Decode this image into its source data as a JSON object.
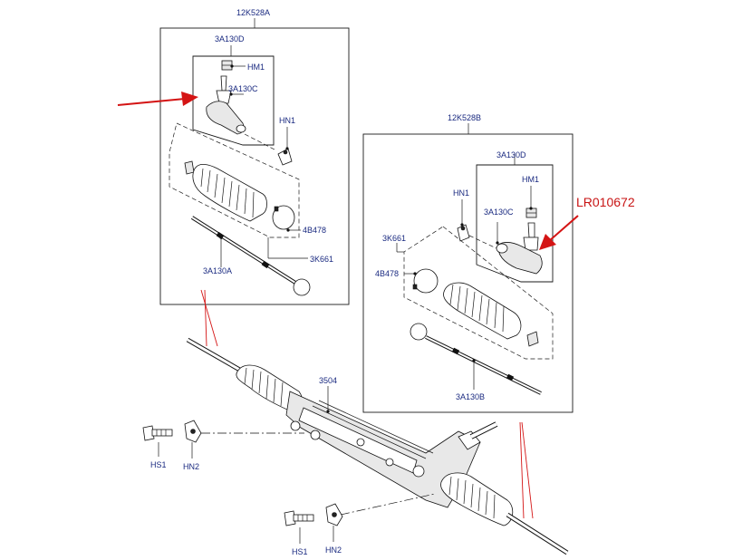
{
  "labels": {
    "assy_left": "12K528A",
    "tierod_left": "3A130D",
    "nut_left": "HM1",
    "end_left": "3A130C",
    "bolt_left": "HN1",
    "clamp_left": "4B478",
    "boot_left": "3K661",
    "rod_left": "3A130A",
    "assy_right": "12K528B",
    "tierod_right": "3A130D",
    "nut_right": "HM1",
    "bolt_right": "HN1",
    "end_right": "3A130C",
    "boot_right": "3K661",
    "clamp_right": "4B478",
    "rod_right": "3A130B",
    "rack": "3504",
    "hs1_top": "HS1",
    "hn2_top": "HN2",
    "hs1_bottom": "HS1",
    "hn2_bottom": "HN2",
    "part_number": "LR010672"
  },
  "colors": {
    "callout_text": "#1a2a80",
    "highlight_red": "#c81414",
    "line": "#1a1a1a"
  }
}
